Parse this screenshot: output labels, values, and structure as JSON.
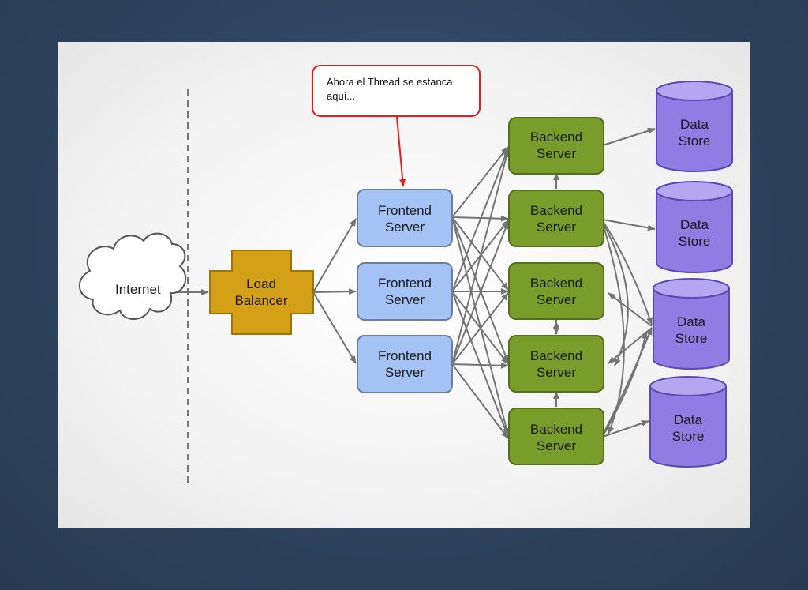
{
  "callout": {
    "line1": "Ahora el Thread se estanca",
    "line2": "aquí..."
  },
  "nodes": {
    "internet": "Internet",
    "load_balancer": [
      "Load",
      "Balancer"
    ],
    "frontend": [
      [
        "Frontend",
        "Server"
      ],
      [
        "Frontend",
        "Server"
      ],
      [
        "Frontend",
        "Server"
      ]
    ],
    "backend": [
      [
        "Backend",
        "Server"
      ],
      [
        "Backend",
        "Server"
      ],
      [
        "Backend",
        "Server"
      ],
      [
        "Backend",
        "Server"
      ],
      [
        "Backend",
        "Server"
      ]
    ],
    "datastore": [
      [
        "Data",
        "Store"
      ],
      [
        "Data",
        "Store"
      ],
      [
        "Data",
        "Store"
      ],
      [
        "Data",
        "Store"
      ]
    ]
  },
  "colors": {
    "frontend_fill": "#a4c2f4",
    "frontend_stroke": "#6d7f9e",
    "backend_fill": "#7a9c2a",
    "backend_stroke": "#55701a",
    "datastore_fill": "#8f7de3",
    "datastore_top": "#b4a7ef",
    "loadbalancer_fill": "#d4a017",
    "callout_stroke": "#e02020",
    "arrow": "#737373"
  }
}
